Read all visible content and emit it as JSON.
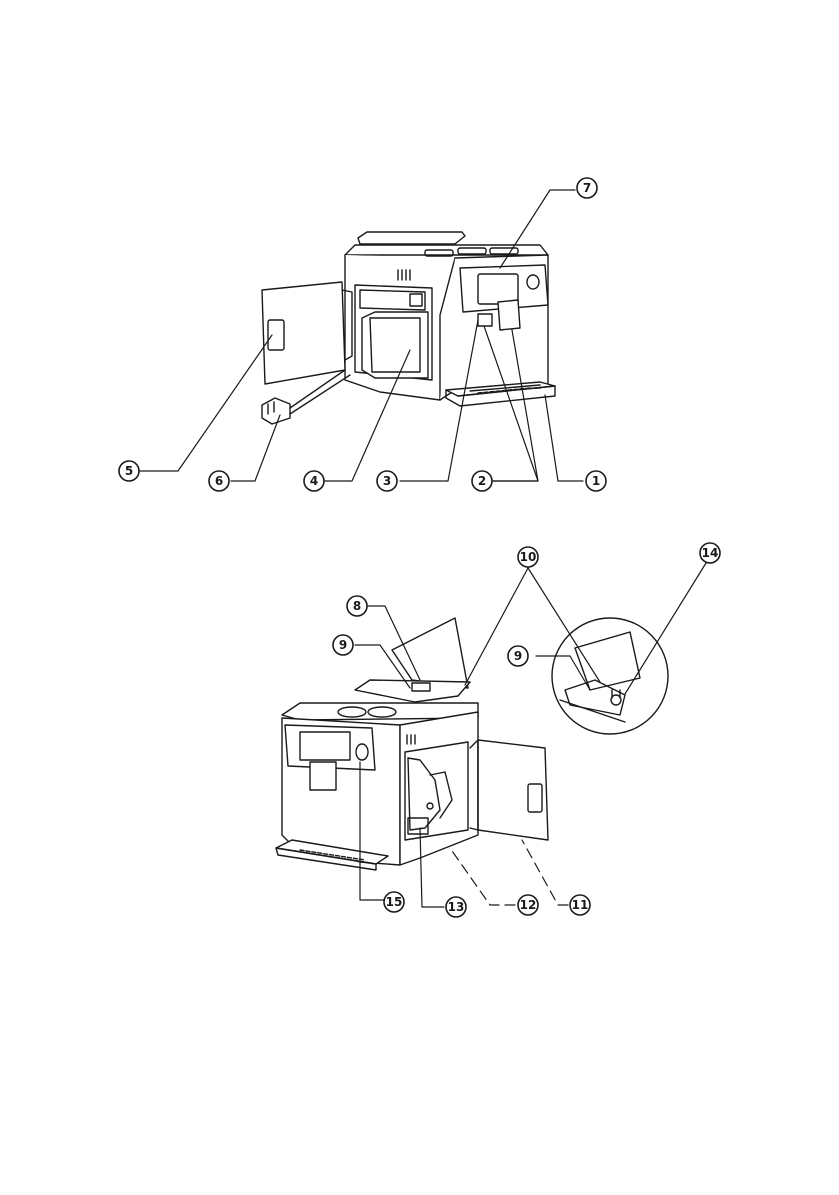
{
  "figure": {
    "top_diagram": {
      "callouts": [
        "1",
        "2",
        "3",
        "4",
        "5",
        "6",
        "7"
      ]
    },
    "bottom_diagram": {
      "callouts": [
        "8",
        "9",
        "10",
        "11",
        "12",
        "13",
        "14",
        "15"
      ],
      "inset_callout": "9"
    }
  },
  "colors": {
    "line": "#1a1a1a",
    "background": "#ffffff",
    "fill": "#ffffff",
    "shade": "#d9d9d9"
  }
}
